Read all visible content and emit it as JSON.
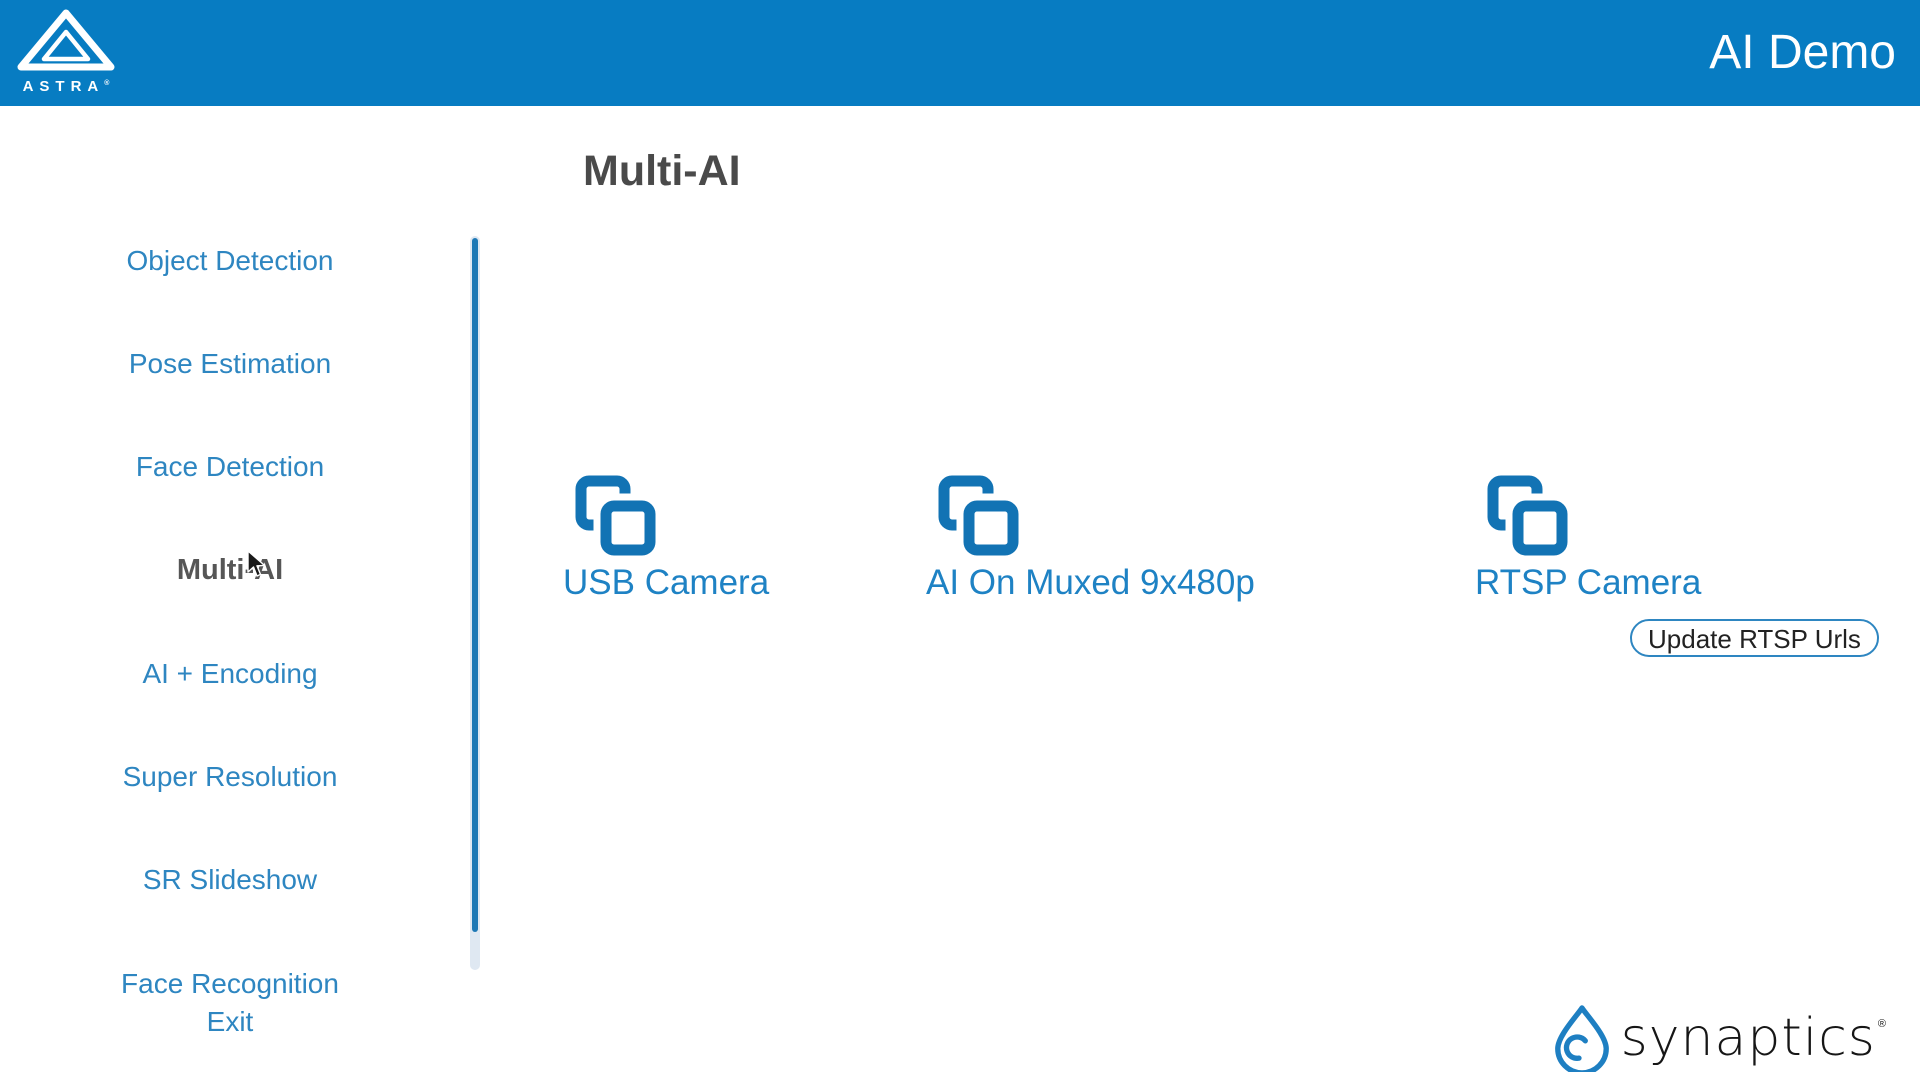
{
  "header": {
    "title": "AI Demo",
    "logo_text": "ASTRA",
    "logo_registered": "®"
  },
  "sidebar": {
    "items": [
      {
        "label": "Object Detection",
        "selected": false
      },
      {
        "label": "Pose Estimation",
        "selected": false
      },
      {
        "label": "Face Detection",
        "selected": false
      },
      {
        "label": "Multi-AI",
        "selected": true
      },
      {
        "label": "AI + Encoding",
        "selected": false
      },
      {
        "label": "Super Resolution",
        "selected": false
      },
      {
        "label": "SR Slideshow",
        "selected": false
      },
      {
        "label": "Face Recognition",
        "selected": false
      },
      {
        "label": "Exit",
        "selected": false
      }
    ]
  },
  "main": {
    "title": "Multi-AI",
    "options": [
      {
        "label": "USB Camera",
        "icon": "copy-frames-icon"
      },
      {
        "label": "AI On Muxed 9x480p",
        "icon": "copy-frames-icon"
      },
      {
        "label": "RTSP Camera",
        "icon": "copy-frames-icon",
        "button_label": "Update RTSP Urls"
      }
    ]
  },
  "footer": {
    "brand": "synaptics",
    "registered_mark": "®"
  },
  "colors": {
    "header_bg": "#077cc2",
    "link_blue": "#2e86c1",
    "selected_gray": "#565656",
    "heading_gray": "#4a4a4a",
    "icon_blue": "#1273b4",
    "label_blue": "#1e82c4",
    "scroll_thumb": "#1d78b5",
    "scroll_track": "#dfe8f2",
    "button_border": "#2e86c1",
    "button_text": "#222222",
    "brand_black": "#161616",
    "drop_blue": "#1e7fc2"
  }
}
